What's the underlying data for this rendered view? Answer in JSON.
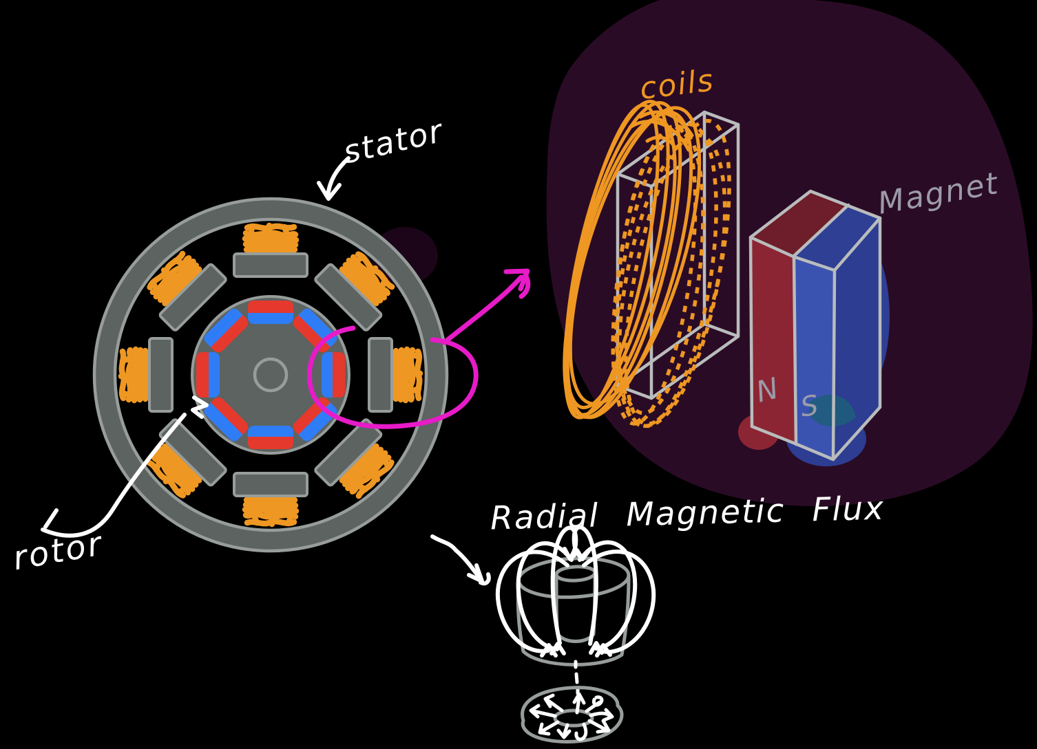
{
  "labels": {
    "stator": "stator",
    "rotor": "rotor",
    "coils": "coils",
    "magnet": "Magnet",
    "magnet_north": "N",
    "magnet_south": "S",
    "flux_title": "Radial Magnetic Flux"
  },
  "colors": {
    "background": "#000000",
    "blob": "#2A0B25",
    "blob_fragment": "#1C0518",
    "metal_fill": "#5C6361",
    "metal_outline": "#979D9B",
    "rotor_magnet_red": "#E5392D",
    "rotor_magnet_blue": "#2F7DF6",
    "coil_orange": "#EE9722",
    "wireframe": "#B9BCBC",
    "bar_front_red": "#8C2533",
    "bar_top_red": "#6E1D2A",
    "bar_front_blue": "#3B53B0",
    "bar_top_blue": "#2E3F94",
    "bar_side_blue": "#2C3D92",
    "bar_teal_patch": "#1E5E7A",
    "magenta": "#E71BC8",
    "white": "#FFFFFF",
    "label_gray": "#9B9BA8"
  }
}
